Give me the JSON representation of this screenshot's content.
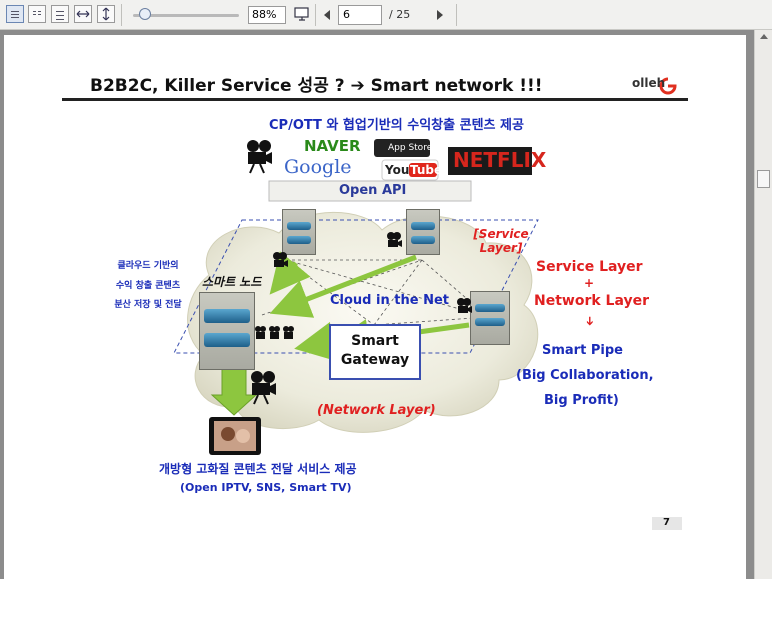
{
  "toolbar": {
    "zoom_value": "88%",
    "page_current": "6",
    "page_total": "/ 25"
  },
  "slide": {
    "title": "B2B2C, Killer Service 성공 ? ➔ Smart network !!!",
    "brand": "olleh",
    "subtitle": "CP/OTT 와 협업기반의 수익창출 콘텐츠 제공",
    "logos": {
      "naver": "NAVER",
      "google": "Google",
      "appstore": "App Store",
      "youtube": "You",
      "youtube_tube": "Tube",
      "netflix": "NETFLIX"
    },
    "open_api": "Open API",
    "service_layer_label": "[Service Layer]",
    "cloud_left_text": [
      "클라우드 기반의",
      "수익 창출 콘텐츠",
      "분산 저장 및 전달"
    ],
    "smart_node_label": "스마트 노드",
    "cloud_in_net": "Cloud in the Net",
    "smart_gateway": [
      "Smart",
      "Gateway"
    ],
    "network_layer_label": "(Network Layer)",
    "right_text": {
      "service_layer": "Service Layer",
      "plus": "+",
      "network_layer": "Network Layer",
      "arrow": "➔",
      "smart_pipe": "Smart Pipe",
      "big_collab": "(Big Collaboration,",
      "big_profit": "Big Profit)"
    },
    "bottom_text": "개방형 고화질 콘텐츠 전달 서비스 제공",
    "bottom_sub": "(Open IPTV, SNS, Smart TV)",
    "page_number": "7"
  }
}
